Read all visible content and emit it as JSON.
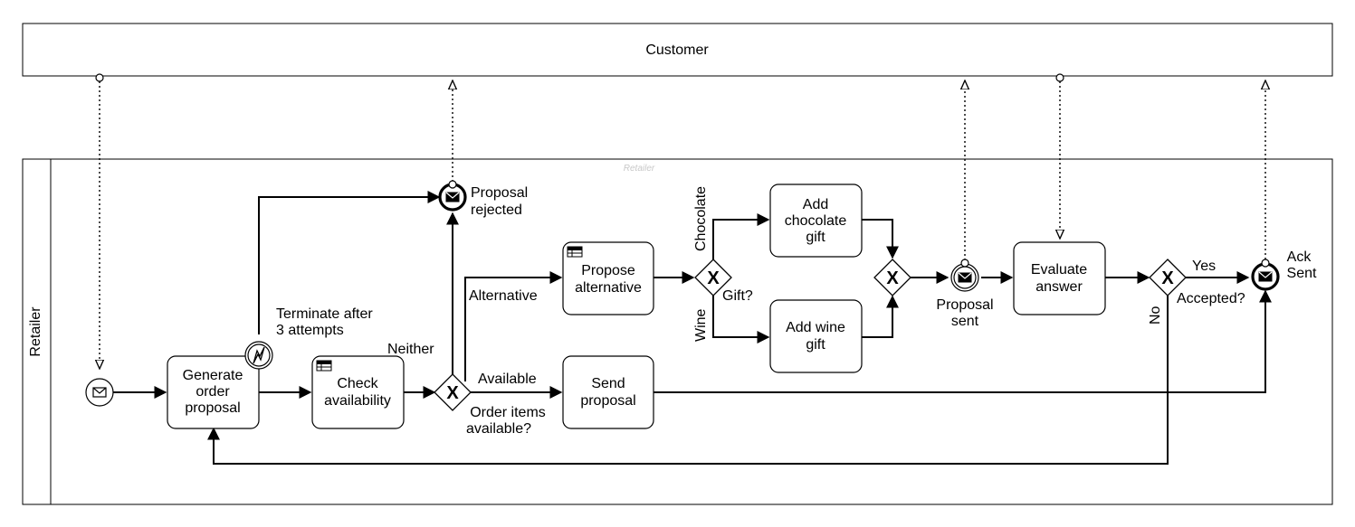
{
  "pools": {
    "customer": "Customer",
    "retailer_lane": "Retailer",
    "retailer_watermark": "Retailer"
  },
  "tasks": {
    "generate_order_proposal": [
      "Generate",
      "order",
      "proposal"
    ],
    "check_availability": [
      "Check",
      "availability"
    ],
    "propose_alternative": [
      "Propose",
      "alternative"
    ],
    "send_proposal": [
      "Send",
      "proposal"
    ],
    "add_chocolate_gift": [
      "Add",
      "chocolate",
      "gift"
    ],
    "add_wine_gift": [
      "Add wine",
      "gift"
    ],
    "evaluate_answer": [
      "Evaluate",
      "answer"
    ]
  },
  "events": {
    "proposal_rejected": [
      "Proposal",
      "rejected"
    ],
    "proposal_sent": [
      "Proposal",
      "sent"
    ],
    "ack_sent": [
      "Ack",
      "Sent"
    ]
  },
  "gateways": {
    "order_items_available": [
      "Order items",
      "available?"
    ],
    "gift": "Gift?",
    "accepted": "Accepted?"
  },
  "flow_labels": {
    "terminate": [
      "Terminate after",
      "3 attempts"
    ],
    "neither": "Neither",
    "alternative": "Alternative",
    "available": "Available",
    "chocolate": "Chocolate",
    "wine": "Wine",
    "yes": "Yes",
    "no": "No"
  }
}
